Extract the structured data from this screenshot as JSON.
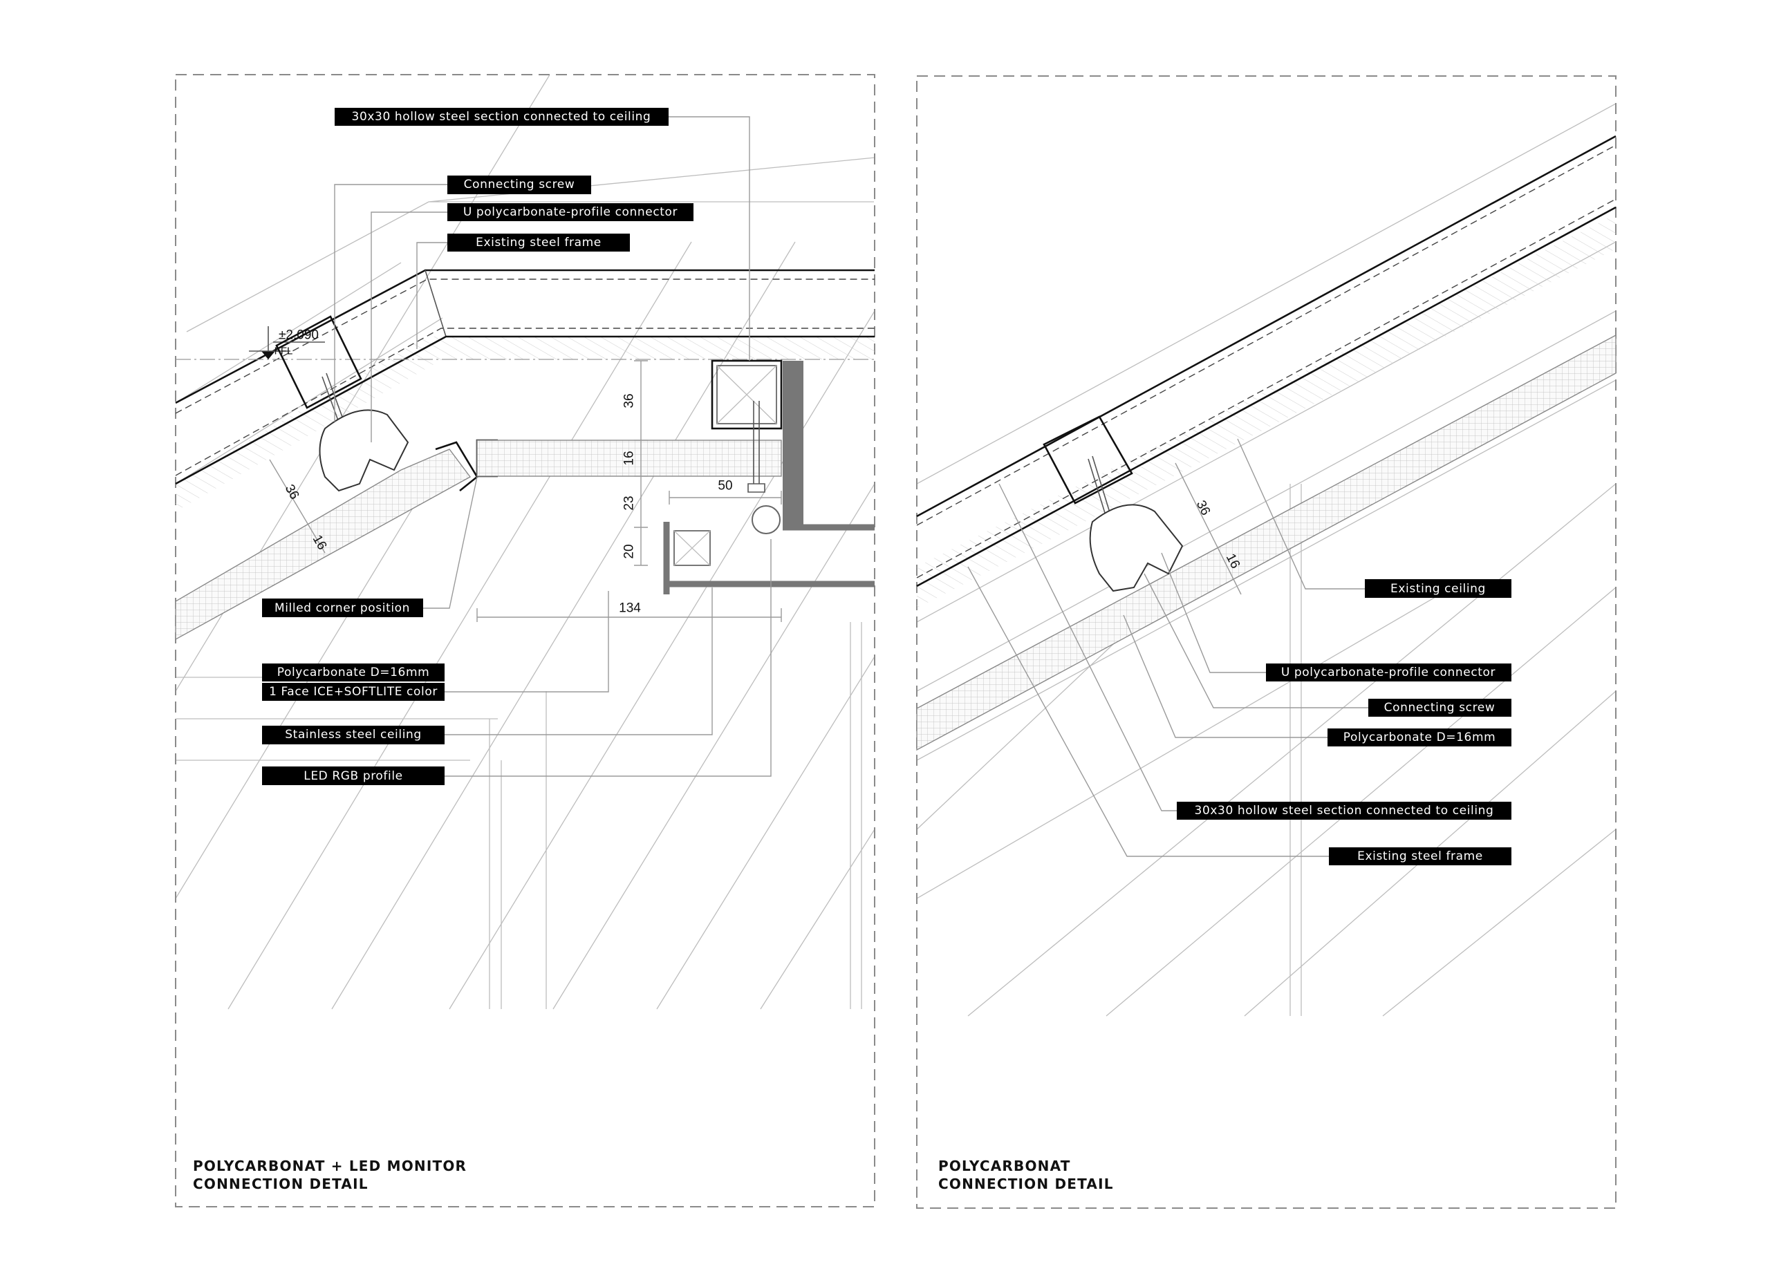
{
  "left_detail": {
    "title_line1": "POLYCARBONAT + LED MONITOR",
    "title_line2": "CONNECTION DETAIL",
    "level_mark": "±2.090",
    "level_sub": "FFL",
    "labels": {
      "hollow_section": "30x30 hollow steel section connected to ceiling",
      "connecting_screw": "Connecting screw",
      "u_connector": "U polycarbonate-profile connector",
      "steel_frame": "Existing steel frame",
      "milled_corner": "Milled corner position",
      "polycarbonate": "Polycarbonate D=16mm",
      "face_color": "1 Face ICE+SOFTLITE color",
      "stainless_ceiling": "Stainless steel ceiling",
      "led_profile": "LED RGB profile"
    },
    "dimensions": {
      "d36_vertical": "36",
      "d16_vertical": "16",
      "d23": "23",
      "d20": "20",
      "d50": "50",
      "d134": "134",
      "d36_sloped": "36",
      "d16_sloped": "16"
    }
  },
  "right_detail": {
    "title_line1": "POLYCARBONAT",
    "title_line2": "CONNECTION DETAIL",
    "labels": {
      "existing_ceiling": "Existing ceiling",
      "u_connector": "U polycarbonate-profile connector",
      "connecting_screw": "Connecting screw",
      "polycarbonate": "Polycarbonate D=16mm",
      "hollow_section": "30x30 hollow steel section connected to ceiling",
      "steel_frame": "Existing steel frame"
    },
    "dimensions": {
      "d36": "36",
      "d16": "16"
    }
  }
}
